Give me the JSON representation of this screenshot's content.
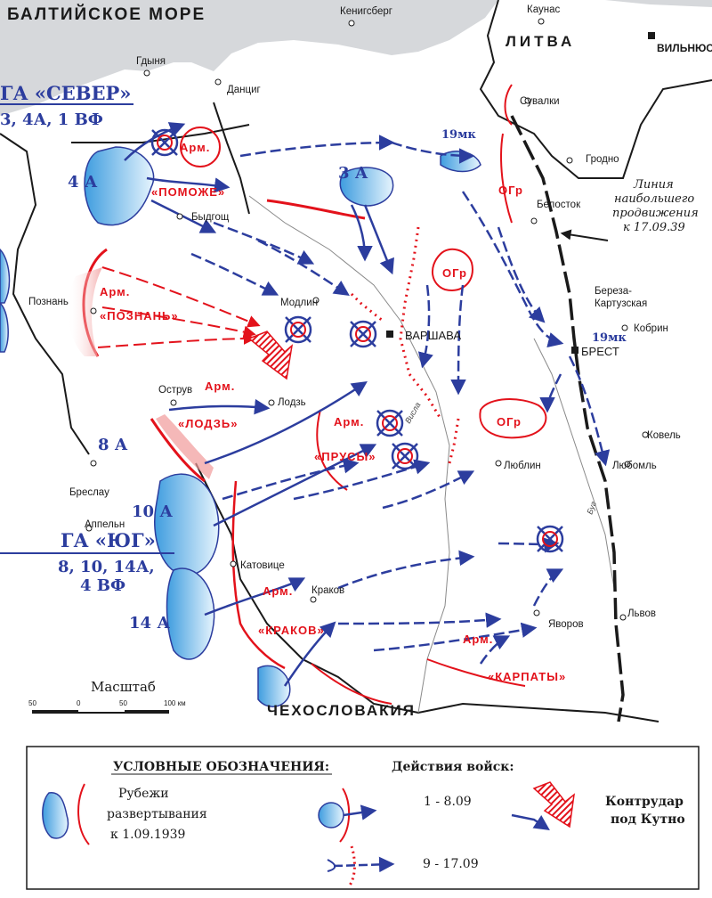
{
  "map": {
    "sea": "БАЛТИЙСКОЕ МОРЕ",
    "countries": {
      "lithuania": "ЛИТВА",
      "czechoslovakia": "ЧЕХОСЛОВАКИЯ"
    },
    "cities": {
      "gdynia": "Гдыня",
      "danzig": "Данциг",
      "konigsberg": "Кенигсберг",
      "kaunas": "Каунас",
      "vilnius": "ВИЛЬНЮС",
      "suwalki": "Сувалки",
      "grodno": "Гродно",
      "bialystok": "Белосток",
      "bydgoszcz": "Быдгощ",
      "poznan": "Познань",
      "modlin": "Модлин",
      "warsaw": "ВАРШАВА",
      "bereza": "Береза-\nКартузская",
      "kobrin": "Кобрин",
      "brest": "БРЕСТ",
      "ostruv": "Острув",
      "lodz": "Лодзь",
      "kovel": "Ковель",
      "lublin": "Люблин",
      "lyuboml": "Любомль",
      "breslau": "Бреслау",
      "oppeln": "Аппельн",
      "katowice": "Катовице",
      "krakow": "Краков",
      "yavorov": "Яворов",
      "lvov": "Львов"
    },
    "rivers": {
      "vistula": "Висла",
      "bug": "Буг"
    },
    "polish_armies": {
      "pomorze": "«ПОМОЖЕ»",
      "poznan": "«ПОЗНАНЬ»",
      "lodz": "«ЛОДЗЬ»",
      "prusy": "«ПРУСЫ»",
      "krakow": "«КРАКОВ»",
      "karpaty": "«КАРПАТЫ»",
      "arm": "Арм.",
      "ogr": "ОГр"
    },
    "german_groups": {
      "north_title": "ГА «СЕВЕР»",
      "north_units": "3, 4А, 1 ВФ",
      "south_title": "ГА «ЮГ»",
      "south_units_1": "8, 10, 14А,",
      "south_units_2": "4 ВФ",
      "army_4": "4 А",
      "army_3": "3 А",
      "army_8": "8 А",
      "army_10": "10 А",
      "army_14": "14 А",
      "mk19": "19мк"
    },
    "front_note": [
      "Линия",
      "наибольшего",
      "продвижения",
      "к 17.09.39"
    ],
    "scale": {
      "title": "Масштаб",
      "ticks": [
        "50",
        "0",
        "50",
        "100 км"
      ]
    }
  },
  "legend": {
    "title": "УСЛОВНЫЕ ОБОЗНАЧЕНИЯ:",
    "deployment": [
      "Рубежи",
      "развертывания",
      "к 1.09.1939"
    ],
    "actions_title": "Действия войск:",
    "period_1": "1 - 8.09",
    "period_2": "9 - 17.09",
    "counterattack": [
      "Контрудар",
      "под Кутно"
    ]
  },
  "colors": {
    "german_blue": "#2c3d9e",
    "polish_red": "#e3121b",
    "sea": "#d6d8db",
    "blue_fill": "#7fbfe8"
  }
}
